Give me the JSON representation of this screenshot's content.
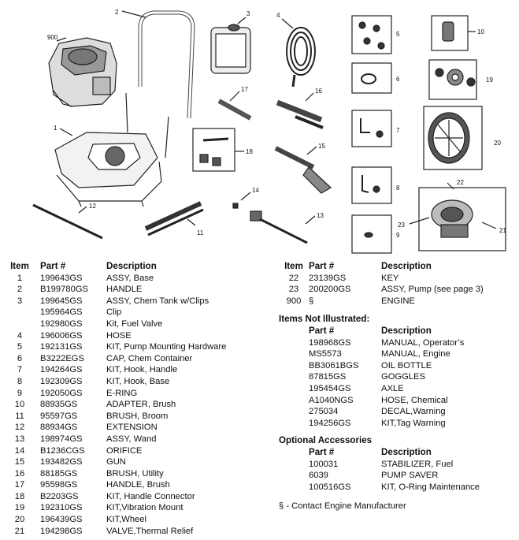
{
  "callouts": {
    "c900": "900",
    "c1": "1",
    "c2": "2",
    "c3": "3",
    "c4": "4",
    "c5": "5",
    "c6": "6",
    "c7": "7",
    "c8": "8",
    "c9": "9",
    "c10": "10",
    "c11": "11",
    "c12": "12",
    "c13": "13",
    "c14": "14",
    "c15": "15",
    "c16": "16",
    "c17": "17",
    "c18": "18",
    "c19": "19",
    "c20": "20",
    "c21": "21",
    "c22": "22",
    "c23": "23"
  },
  "left_table": {
    "headers": {
      "item": "Item",
      "part": "Part #",
      "desc": "Description"
    },
    "rows": [
      {
        "item": "1",
        "part": "199643GS",
        "desc": "ASSY, Base"
      },
      {
        "item": "2",
        "part": "B199780GS",
        "desc": "HANDLE"
      },
      {
        "item": "3",
        "part": "199645GS",
        "desc": "ASSY, Chem Tank w/Clips"
      },
      {
        "item": "",
        "part": "195964GS",
        "desc": "Clip"
      },
      {
        "item": "",
        "part": "192980GS",
        "desc": "Kit, Fuel Valve"
      },
      {
        "item": "4",
        "part": "196006GS",
        "desc": "HOSE"
      },
      {
        "item": "5",
        "part": "192131GS",
        "desc": "KIT, Pump Mounting Hardware"
      },
      {
        "item": "6",
        "part": "B3222EGS",
        "desc": "CAP, Chem Container"
      },
      {
        "item": "7",
        "part": "194264GS",
        "desc": "KIT, Hook, Handle"
      },
      {
        "item": "8",
        "part": "192309GS",
        "desc": "KIT, Hook, Base"
      },
      {
        "item": "9",
        "part": "192050GS",
        "desc": "E-RING"
      },
      {
        "item": "10",
        "part": "88935GS",
        "desc": "ADAPTER, Brush"
      },
      {
        "item": "11",
        "part": "95597GS",
        "desc": "BRUSH, Broom"
      },
      {
        "item": "12",
        "part": "88934GS",
        "desc": "EXTENSION"
      },
      {
        "item": "13",
        "part": "198974GS",
        "desc": "ASSY, Wand"
      },
      {
        "item": "14",
        "part": "B1236CGS",
        "desc": "ORIFICE"
      },
      {
        "item": "15",
        "part": "193482GS",
        "desc": "GUN"
      },
      {
        "item": "16",
        "part": "88185GS",
        "desc": "BRUSH, Utility"
      },
      {
        "item": "17",
        "part": "95598GS",
        "desc": "HANDLE, Brush"
      },
      {
        "item": "18",
        "part": "B2203GS",
        "desc": "KIT, Handle Connector"
      },
      {
        "item": "19",
        "part": "192310GS",
        "desc": "KIT,Vibration Mount"
      },
      {
        "item": "20",
        "part": "196439GS",
        "desc": "KIT,Wheel"
      },
      {
        "item": "21",
        "part": "194298GS",
        "desc": "VALVE,Thermal Relief"
      }
    ]
  },
  "right_table": {
    "headers": {
      "item": "Item",
      "part": "Part #",
      "desc": "Description"
    },
    "rows": [
      {
        "item": "22",
        "part": "23139GS",
        "desc": "KEY"
      },
      {
        "item": "23",
        "part": "200200GS",
        "desc": "ASSY, Pump (see page 3)"
      },
      {
        "item": "900",
        "part": "§",
        "desc": "ENGINE"
      }
    ]
  },
  "not_illustrated": {
    "title": "Items Not Illustrated:",
    "headers": {
      "part": "Part #",
      "desc": "Description"
    },
    "rows": [
      {
        "part": "198968GS",
        "desc": "MANUAL, Operator’s"
      },
      {
        "part": "MS5573",
        "desc": "MANUAL, Engine"
      },
      {
        "part": "BB3061BGS",
        "desc": "OIL BOTTLE"
      },
      {
        "part": "87815GS",
        "desc": "GOGGLES"
      },
      {
        "part": "195454GS",
        "desc": "AXLE"
      },
      {
        "part": "A1040NGS",
        "desc": "HOSE, Chemical"
      },
      {
        "part": "275034",
        "desc": "DECAL,Warning"
      },
      {
        "part": "194256GS",
        "desc": "KIT,Tag Warning"
      }
    ]
  },
  "optional_accessories": {
    "title": "Optional Accessories",
    "headers": {
      "part": "Part #",
      "desc": "Description"
    },
    "rows": [
      {
        "part": "100031",
        "desc": "STABILIZER, Fuel"
      },
      {
        "part": "6039",
        "desc": "PUMP SAVER"
      },
      {
        "part": "100516GS",
        "desc": "KIT, O-Ring Maintenance"
      }
    ]
  },
  "footnote": "§ - Contact Engine Manufacturer"
}
